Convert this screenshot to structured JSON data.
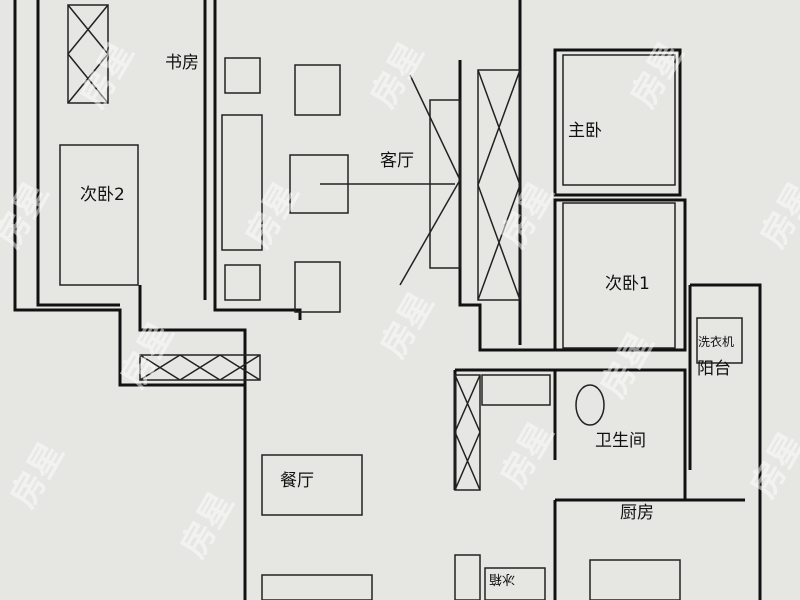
{
  "rooms": {
    "study": "书房",
    "bedroom2": "次卧2",
    "living": "客厅",
    "master": "主卧",
    "bedroom1": "次卧1",
    "washer": "洗衣机",
    "balcony": "阳台",
    "bathroom": "卫生间",
    "dining": "餐厅",
    "kitchen": "厨房",
    "fridge": "冰箱"
  },
  "watermark": "房星",
  "colors": {
    "background": "#e6e6e3",
    "wall": "#111111"
  }
}
